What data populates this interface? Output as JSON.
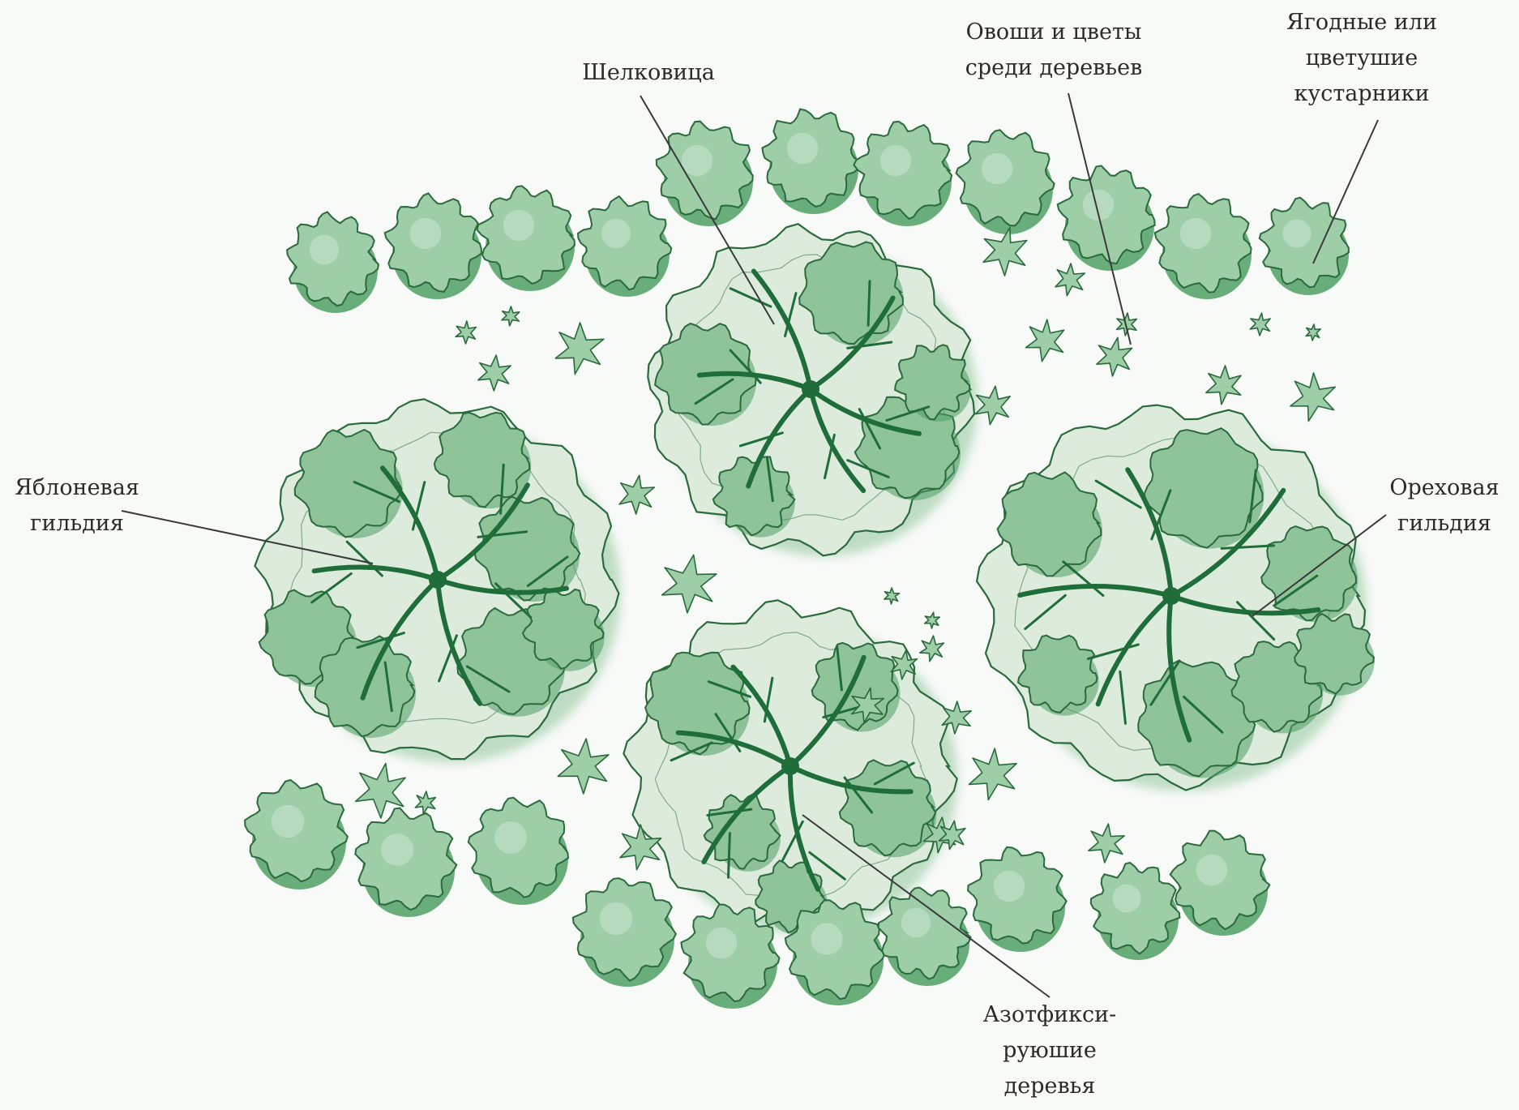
{
  "colors": {
    "background": "#f8faf8",
    "canopy_light": "#dcebdc",
    "canopy_mid": "#8fc49a",
    "canopy_dark": "#3f9a58",
    "shrub_fill": "#9dcea8",
    "shrub_shadow": "#4f9f64",
    "branch": "#1f6e3a",
    "outline": "#2a6a3c",
    "leader_line": "#3a3a3a",
    "text": "#2b2b2b"
  },
  "labels": {
    "mulberry": "Шелковица",
    "vegetables_flowers": "Овоши и цветы\nсреди деревьев",
    "berry_shrubs": "Ягодные или\nцветушие\nкустарники",
    "apple_guild": "Яблоневая\nгильдия",
    "nut_guild": "Ореховая\nгильдия",
    "nitrogen_fixing": "Азотфикси-\nруюшие\nдеревья"
  },
  "icons": {
    "tree_canopy": "tree-canopy-icon",
    "shrub": "shrub-icon",
    "star_plant": "star-plant-icon"
  }
}
